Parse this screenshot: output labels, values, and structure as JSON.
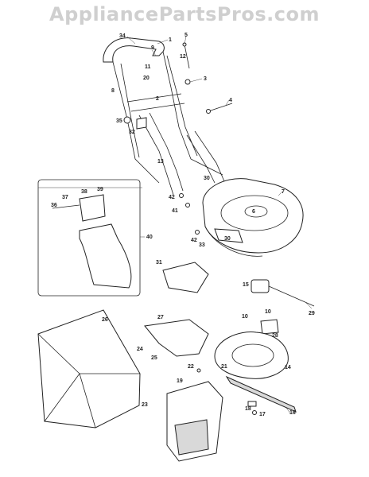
{
  "watermark": "AppliancePartsPros.com",
  "callouts": [
    "34",
    "1",
    "5",
    "9",
    "11",
    "12",
    "20",
    "3",
    "8",
    "2",
    "4",
    "35",
    "32",
    "13",
    "30",
    "7",
    "38",
    "39",
    "37",
    "36",
    "42",
    "41",
    "6",
    "40",
    "42",
    "33",
    "30",
    "15",
    "31",
    "29",
    "27",
    "26",
    "10",
    "10",
    "28",
    "24",
    "25",
    "22",
    "21",
    "14",
    "19",
    "23",
    "18",
    "17",
    "16"
  ]
}
